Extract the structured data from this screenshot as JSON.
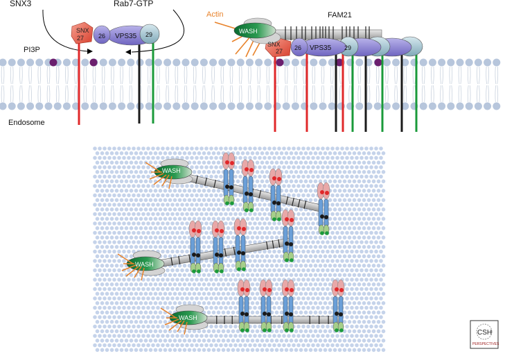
{
  "colors": {
    "lipid_head": "#b7c6dc",
    "lipid_tail": "#c9d2de",
    "pi3p": "#6b1f6e",
    "snx27": "#e85a4a",
    "vps26": "#9a92d6",
    "vps35": "#9a92d6",
    "vps29": "#a8c8d6",
    "wash_dark": "#0a7a3a",
    "wash_light": "#b8c9b8",
    "fam21": "#bfbfbf",
    "actin": "#e8822a",
    "cargo_red": "#e0282a",
    "cargo_black": "#1a1a1a",
    "cargo_green": "#1a9a3a",
    "receptor_pink": "#e8a8a8",
    "receptor_blue": "#6a9fd8",
    "receptor_green": "#a6cf8a",
    "dot_grid": "#c5d3ea"
  },
  "labels": {
    "snx3": "SNX3",
    "rab7": "Rab7-GTP",
    "pi3p": "PI3P",
    "endosome": "Endosome",
    "actin": "Actin",
    "fam21": "FAM21",
    "snx27_line1": "SNX",
    "snx27_line2": "27",
    "vps26": "26",
    "vps35": "VPS35",
    "vps29": "29",
    "wash": "WASH"
  },
  "logo": {
    "line1": "CSH",
    "line2": "PERSPECTIVES"
  }
}
